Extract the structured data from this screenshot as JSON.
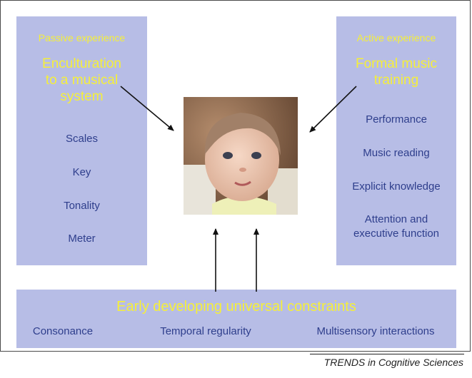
{
  "left": {
    "subtitle": "Passive experience",
    "title_lines": [
      "Enculturation",
      "to a musical",
      "system"
    ],
    "items": [
      "Scales",
      "Key",
      "Tonality",
      "Meter"
    ]
  },
  "right": {
    "subtitle": "Active experience",
    "title_lines": [
      "Formal music",
      "training"
    ],
    "items": [
      "Performance",
      "Music reading",
      "Explicit knowledge",
      "Attention and",
      "executive function"
    ]
  },
  "bottom": {
    "title": "Early developing universal constraints",
    "items": [
      "Consonance",
      "Temporal regularity",
      "Multisensory interactions"
    ]
  },
  "footer": "TRENDS in Cognitive Sciences",
  "colors": {
    "panel": "#b7bde6",
    "title": "#f5ef3a",
    "item": "#2e3e8c"
  }
}
